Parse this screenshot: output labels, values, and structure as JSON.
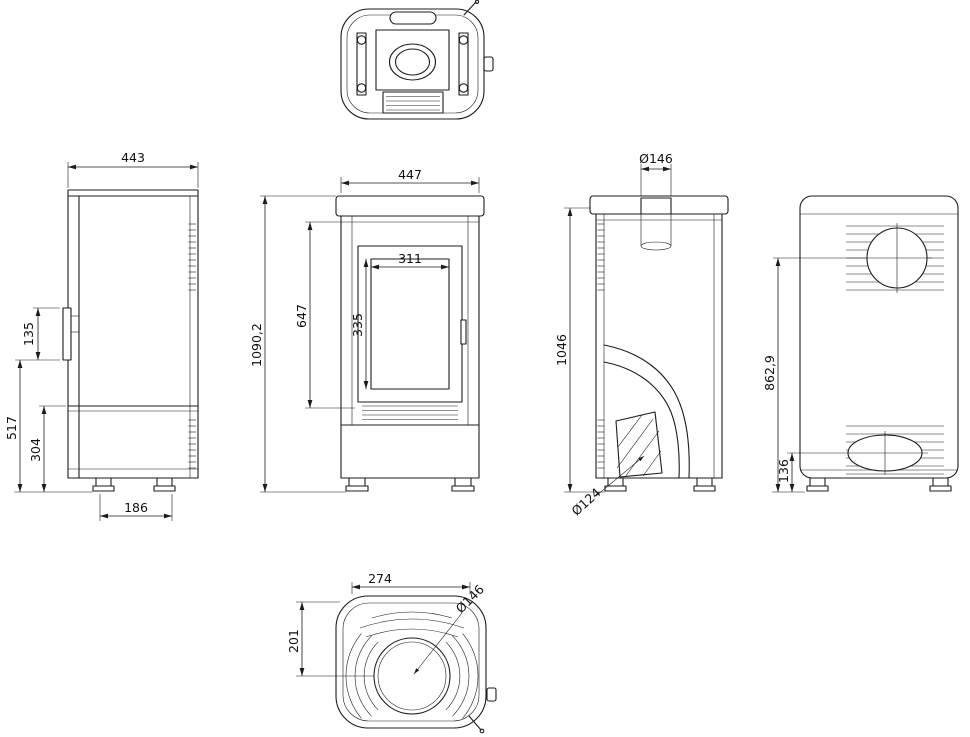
{
  "drawing": {
    "type": "technical-dimension-drawing",
    "subject": "pellet-stove-orthographic-views",
    "background": "#ffffff",
    "line_color": "#1c1c1c",
    "views": {
      "side": {
        "dims": {
          "depth": "443",
          "handle": "135",
          "h_upper": "517",
          "h_lower": "304",
          "foot_span": "186"
        }
      },
      "front": {
        "dims": {
          "width": "447",
          "height": "1090,2",
          "door_height": "647",
          "glass_width": "311",
          "glass_height": "335"
        }
      },
      "section": {
        "dims": {
          "flue": "Ø146",
          "height": "1046",
          "outlet": "Ø124"
        }
      },
      "back": {
        "dims": {
          "flue_center": "862,9",
          "outlet_center": "136"
        }
      },
      "bottom": {
        "dims": {
          "width": "274",
          "depth": "201",
          "flue": "Ø146"
        }
      }
    }
  }
}
